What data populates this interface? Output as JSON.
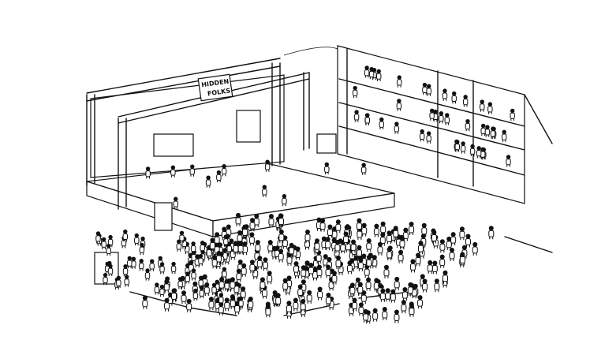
{
  "game": {
    "scene": "concert-stage",
    "stage_sign": {
      "line1": "HIDDEN",
      "line2": "FOLKS"
    }
  },
  "colors": {
    "ink": "#111111",
    "paper": "#ffffff"
  }
}
